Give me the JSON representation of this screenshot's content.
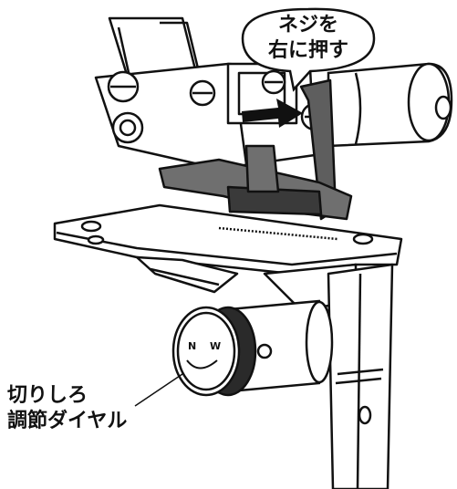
{
  "callouts": {
    "push_screw": {
      "line1": "ネジを",
      "line2": "右に押す"
    },
    "dial": {
      "line1": "切りしろ",
      "line2": "調節ダイヤル",
      "dial_marks": [
        "N",
        "W"
      ]
    }
  },
  "colors": {
    "ink": "#111111",
    "part_gray": "#6f6f6f",
    "part_dark": "#3a3a3a",
    "background": "#ffffff"
  },
  "icons": {
    "arrow": "right-arrow-icon",
    "screw": "screw-head-icon"
  }
}
